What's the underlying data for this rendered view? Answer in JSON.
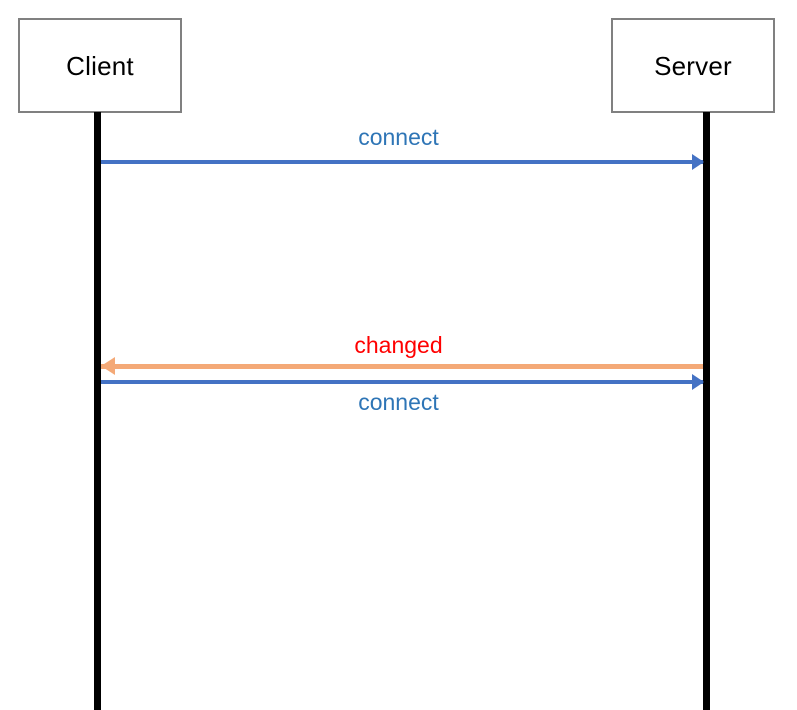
{
  "diagram": {
    "type": "sequence-diagram",
    "background": "#ffffff",
    "participants": [
      {
        "id": "client",
        "label": "Client"
      },
      {
        "id": "server",
        "label": "Server"
      }
    ],
    "messages": [
      {
        "id": "connect-1",
        "label": "connect",
        "from": "client",
        "to": "server",
        "direction": "right",
        "line_color": "#4472C4",
        "label_color": "#2E75B6",
        "label_position": "above"
      },
      {
        "id": "changed",
        "label": "changed",
        "from": "server",
        "to": "client",
        "direction": "left",
        "line_color": "#F4A977",
        "label_color": "#FF0000",
        "label_position": "above"
      },
      {
        "id": "connect-2",
        "label": "connect",
        "from": "client",
        "to": "server",
        "direction": "right",
        "line_color": "#4472C4",
        "label_color": "#2E75B6",
        "label_position": "below"
      }
    ],
    "lifeline_color": "#000000",
    "box_border_color": "#808080"
  }
}
